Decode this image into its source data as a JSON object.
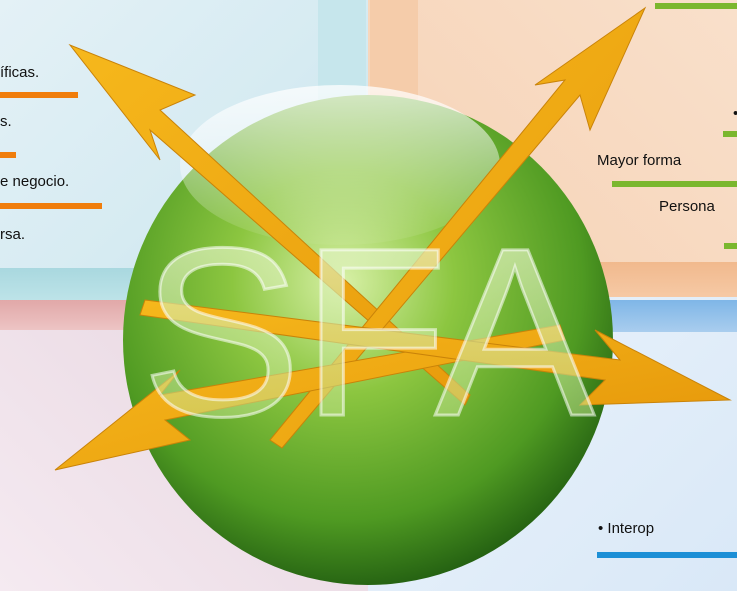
{
  "background": {
    "colors": {
      "top_left": "#d6ebf2",
      "top_right": "#f7d7bd",
      "bottom_left": "#ecdde6",
      "bottom_right": "#dbe7f4",
      "orange_rule": "#f07d0b",
      "green_rule": "#7bb72e",
      "blue_rule": "#1c8fd6"
    }
  },
  "emblem": {
    "logo_text": "SFA",
    "sphere_color": "#5aa728"
  },
  "left_panel": {
    "lines": [
      "íficas.",
      "s.",
      "e negocio.",
      "rsa."
    ]
  },
  "right_panel": {
    "bullet": "•",
    "line1": "Mayor forma",
    "line2": "Persona"
  },
  "bottom_right_panel": {
    "line1": "• Interop"
  }
}
